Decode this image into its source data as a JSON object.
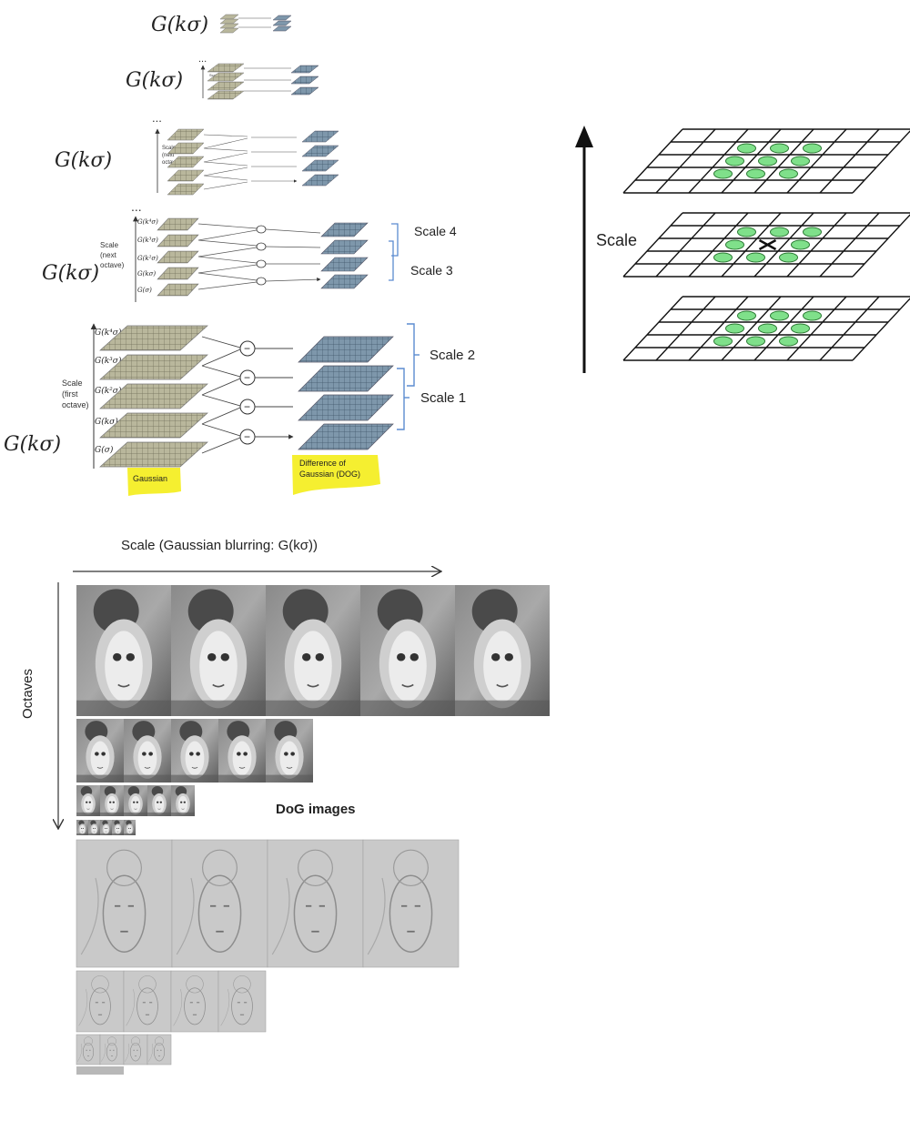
{
  "gk_label": "G(kσ)",
  "ellipsis": "...",
  "pyramid": {
    "axis_first": "Scale\n(first\noctave)",
    "axis_next": "Scale\n(next\noctave)",
    "axis_tiny": "Scale\n(next\noctave)",
    "level_labels": [
      "G(k⁴σ)",
      "G(k³σ)",
      "G(k²σ)",
      "G(kσ)",
      "G(σ)"
    ],
    "scale_labels": [
      "Scale 4",
      "Scale 3",
      "Scale 2",
      "Scale 1"
    ],
    "minus": "−",
    "gaussian_label": "Gaussian",
    "dog_label": "Difference of\nGaussian (DOG)"
  },
  "extrema": {
    "axis_label": "Scale"
  },
  "photos": {
    "scale_axis_label": "Scale (Gaussian blurring: G(kσ))",
    "octaves_label": "Octaves",
    "dog_title": "DoG images"
  },
  "colors": {
    "gaussian_fill": "#b9b79c",
    "dog_fill": "#7e97ab",
    "highlight": "#f5ef30",
    "extrema_dot": "#7fe08a",
    "bracket": "#5b8bd0"
  }
}
